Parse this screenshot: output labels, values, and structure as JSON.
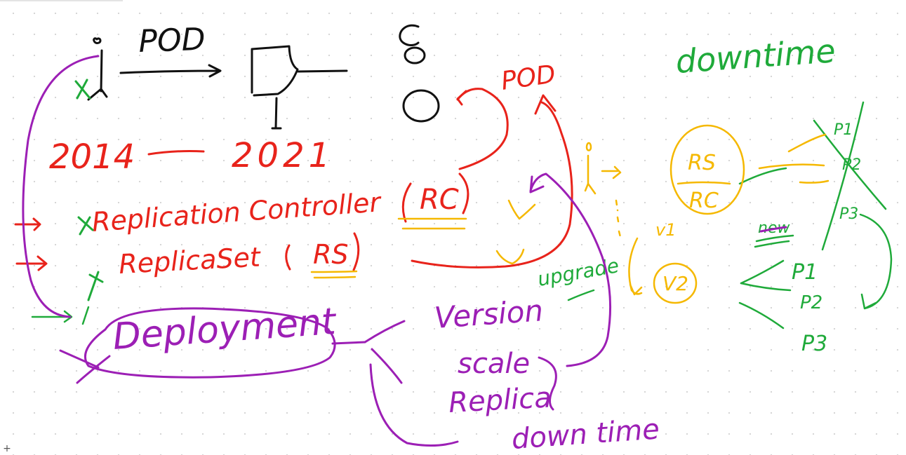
{
  "colors": {
    "black": "#111111",
    "red": "#e8231b",
    "green": "#1faa3a",
    "orange": "#f5b800",
    "purple": "#9c1fb5"
  },
  "labels": {
    "pod_top": "POD",
    "pod_red": "POD",
    "downtime_top": "downtime",
    "year_start": "2014",
    "year_end": "2021",
    "replication_controller": "Replication Controller",
    "rc_abbrev": "RC",
    "replicaset": "ReplicaSet",
    "rs_abbrev": "RS",
    "deployment": "Deployment",
    "version": "Version",
    "scale": "scale",
    "replica": "Replica",
    "downtime_bottom": "down time",
    "upgrade": "upgrade",
    "v1": "v1",
    "v2": "V2",
    "circle_rs": "RS",
    "circle_rc": "RC",
    "p1_top": "P1",
    "p2_top": "P2",
    "p3_top": "P3",
    "new_label": "new",
    "p1": "P1",
    "p2": "P2",
    "p3": "P3",
    "x_mark": "x"
  },
  "toolbar": {
    "add_page_label": "+"
  }
}
